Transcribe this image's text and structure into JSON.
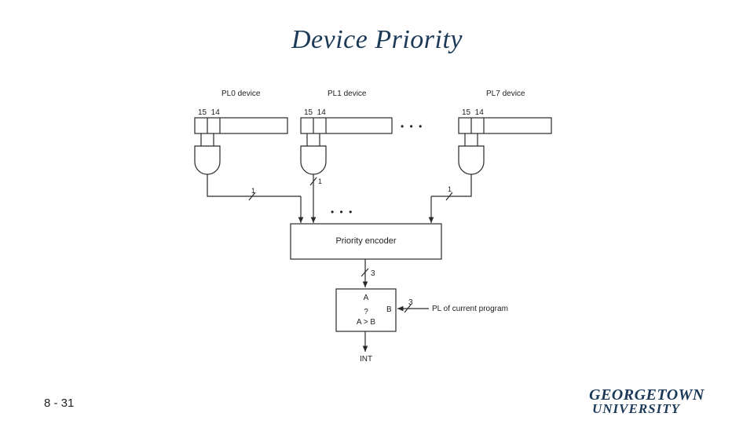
{
  "slide": {
    "title": "Device Priority",
    "page_number": "8 - 31"
  },
  "logo": {
    "line1": "GEORGETOWN",
    "line2": "UNIVERSITY"
  },
  "diagram": {
    "devices": [
      {
        "label": "PL0 device",
        "bit_labels": "15  14",
        "bus_width": "1"
      },
      {
        "label": "PL1 device",
        "bit_labels": "15  14",
        "bus_width": "1"
      },
      {
        "label": "PL7 device",
        "bit_labels": "15  14",
        "bus_width": "1"
      }
    ],
    "ellipsis": "• • •",
    "encoder_label": "Priority encoder",
    "encoder_out_width": "3",
    "comparator": {
      "a_label": "A",
      "b_label": "B",
      "question": "?",
      "compare": "A > B"
    },
    "pl_input_width": "3",
    "pl_input_label": "PL of current program",
    "output_label": "INT",
    "line_color": "#2a2a2a"
  }
}
